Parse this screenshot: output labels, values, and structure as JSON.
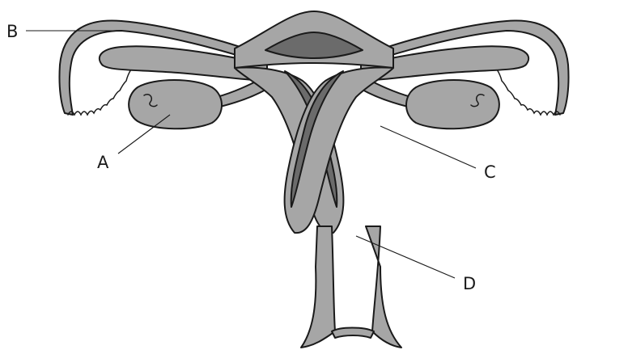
{
  "diagram": {
    "labels": {
      "a": "A",
      "b": "B",
      "c": "C",
      "d": "D"
    }
  },
  "colors": {
    "tissue": "#a6a6a6",
    "lining": "#6b6b6b",
    "outline": "#1a1a1a"
  }
}
